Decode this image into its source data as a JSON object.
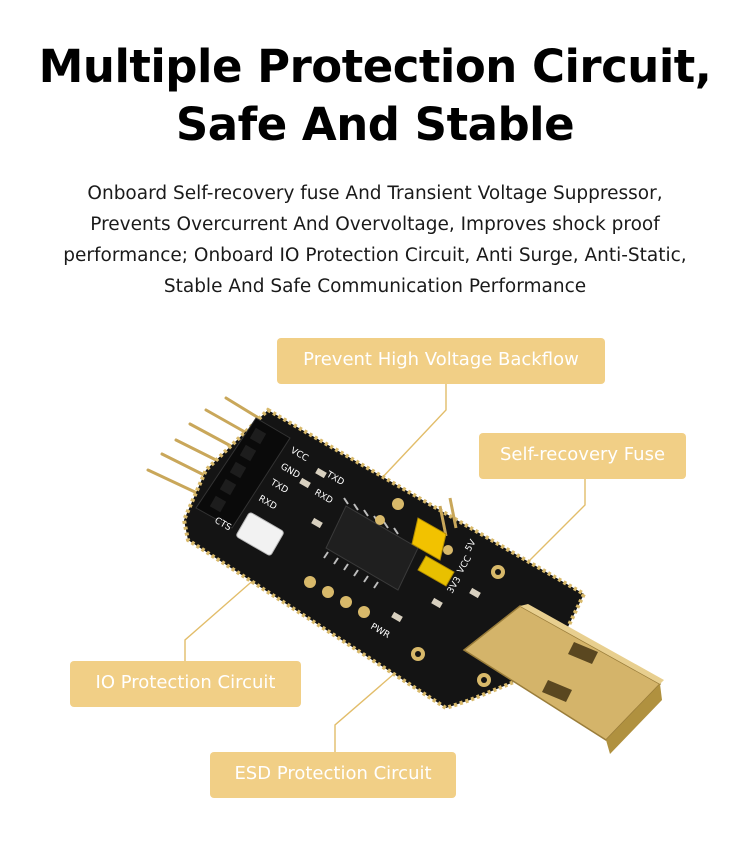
{
  "heading": {
    "line1": "Multiple Protection Circuit,",
    "line2": "Safe And Stable"
  },
  "description": {
    "line1": "Onboard Self-recovery fuse And Transient Voltage Suppressor,",
    "line2": "Prevents Overcurrent And Overvoltage, Improves shock proof",
    "line3": "performance; Onboard IO Protection Circuit, Anti Surge, Anti-Static,",
    "line4": "Stable And Safe Communication Performance"
  },
  "callouts": {
    "backflow": "Prevent High Voltage Backflow",
    "fuse": "Self-recovery Fuse",
    "io": "IO Protection Circuit",
    "esd": "ESD Protection Circuit"
  },
  "board_labels": {
    "vcc": "VCC",
    "gnd": "GND",
    "txd": "TXD",
    "rxd": "RXD",
    "cts": "CTS",
    "txd_led": "TXD",
    "rxd_led": "RXD",
    "v5": "5V",
    "vcc_jumper": "VCC",
    "v3v3": "3V3",
    "pwr": "PWR"
  },
  "colors": {
    "callout_bg": "#f1cf86",
    "pcb": "#141414",
    "gold": "#d8b96a",
    "jumper": "#f2c200"
  }
}
